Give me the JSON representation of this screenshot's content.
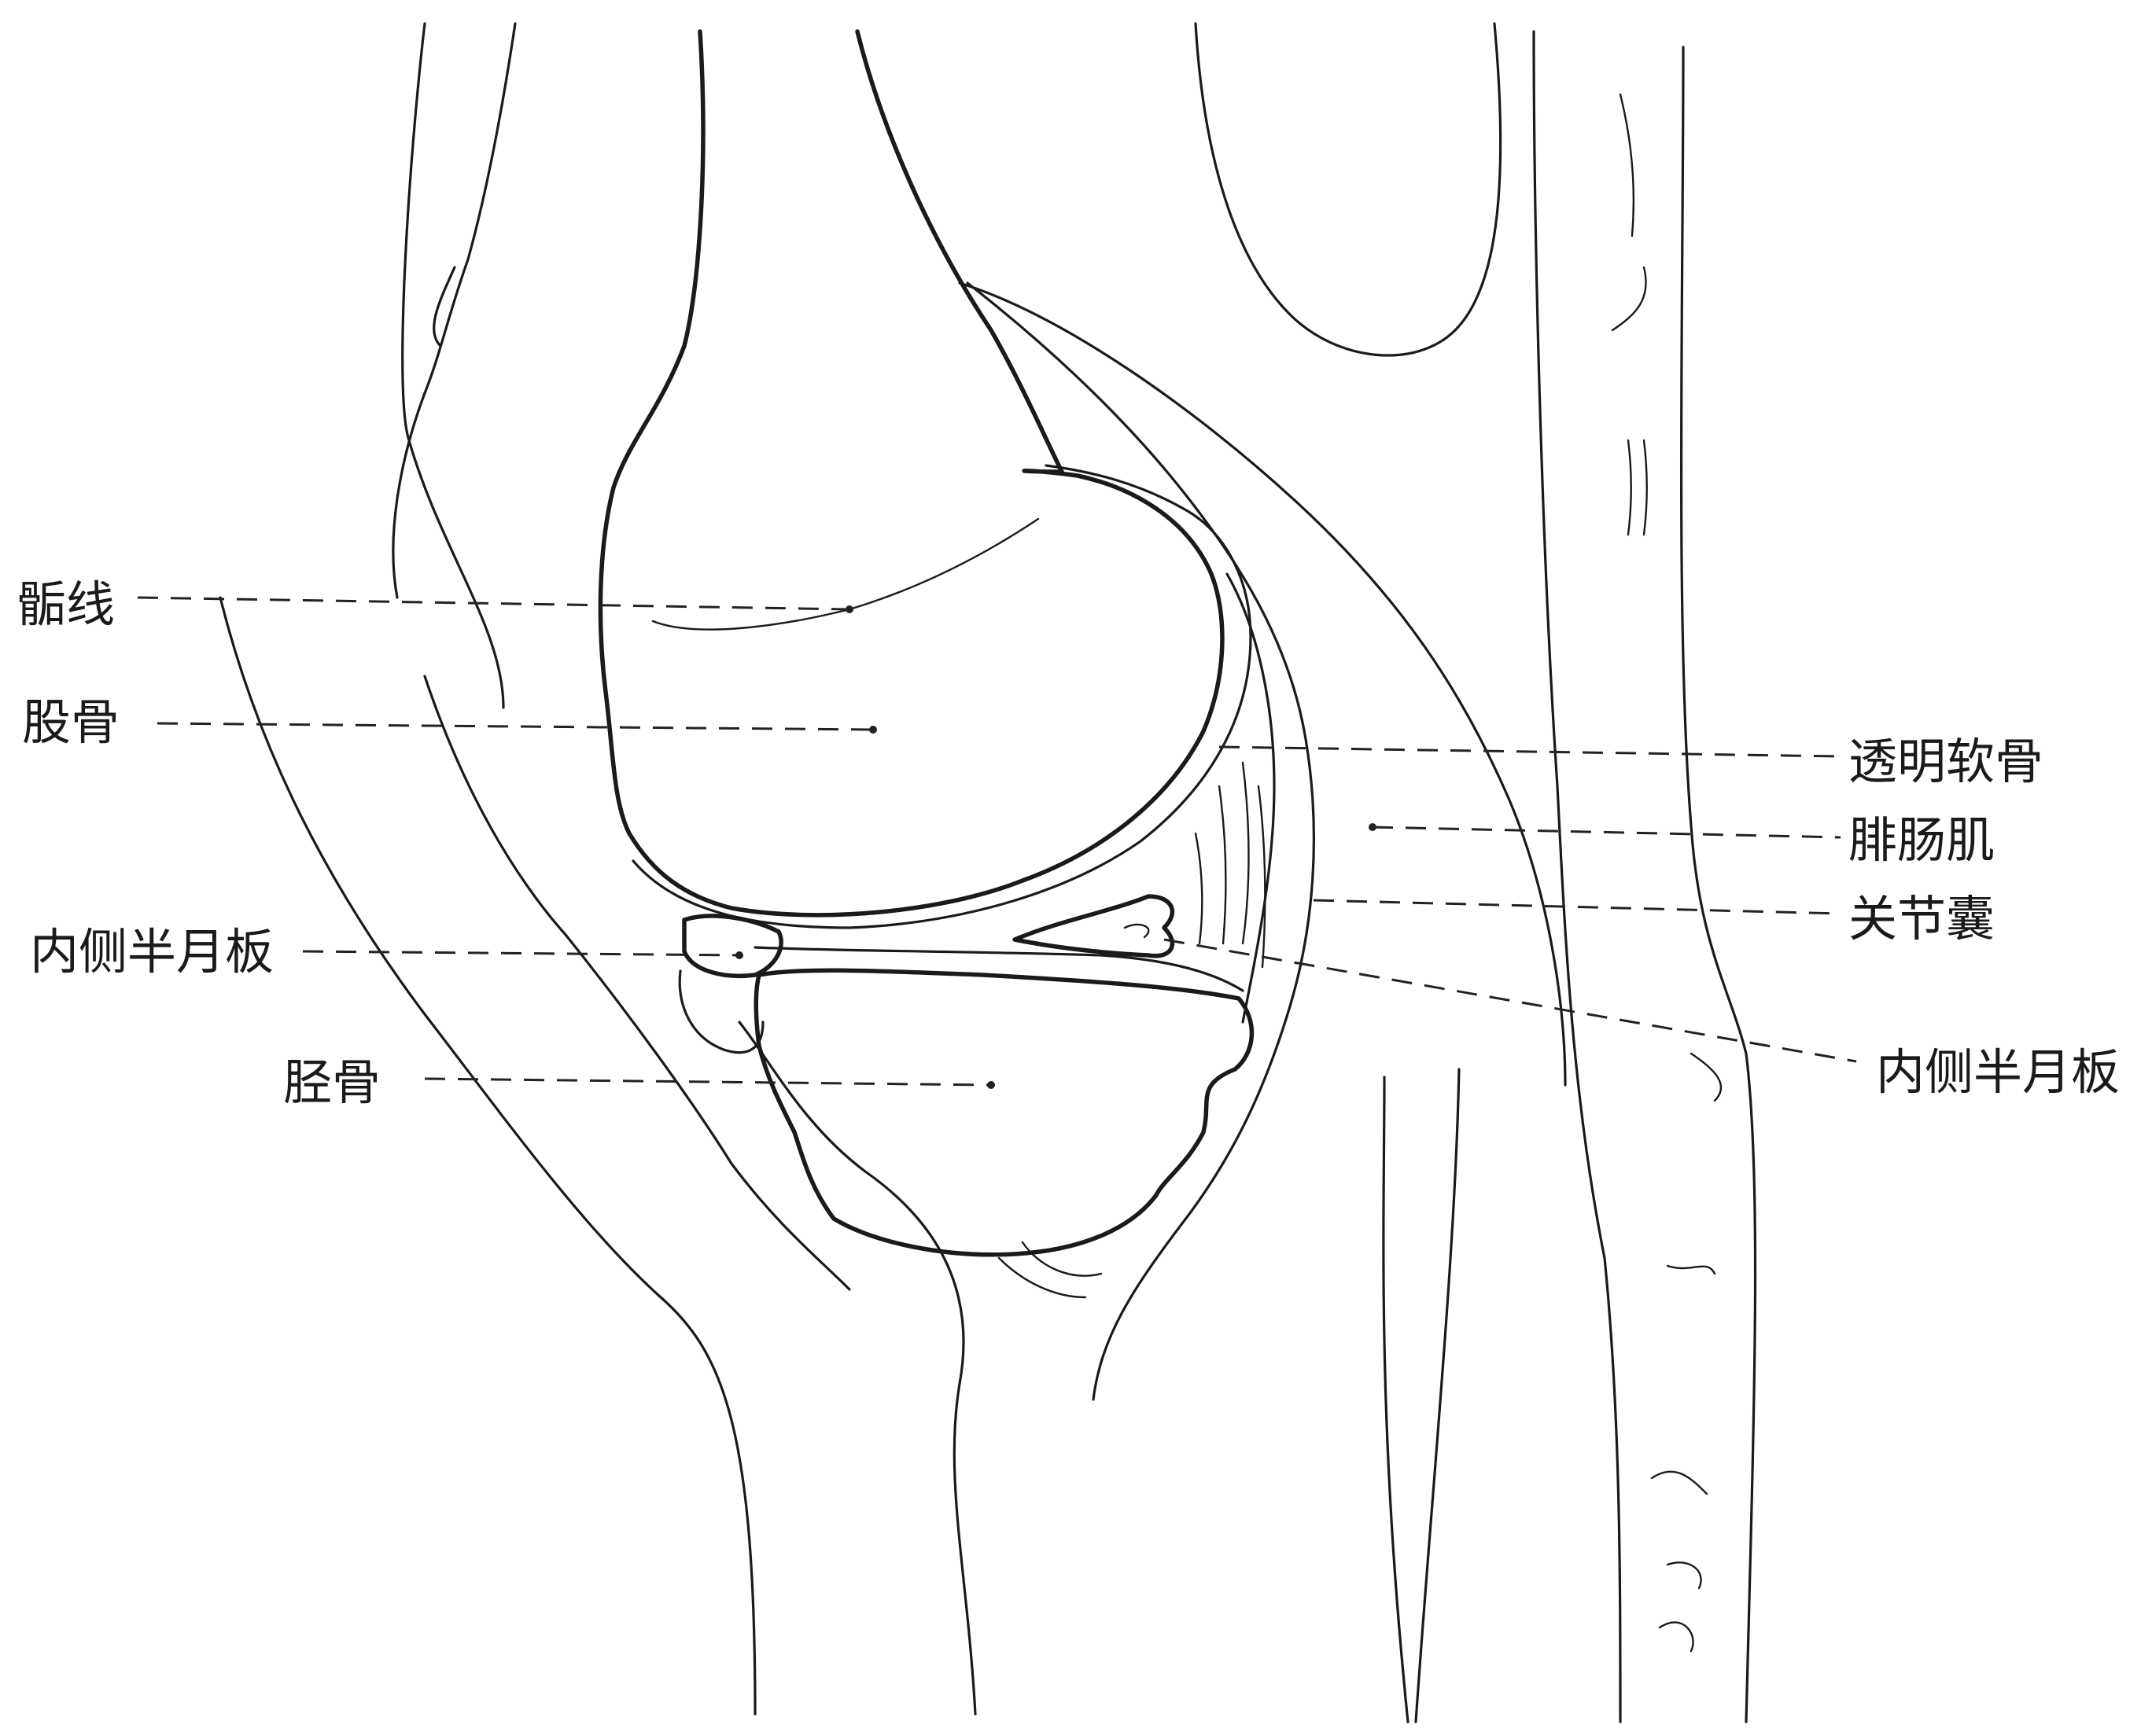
{
  "labels": {
    "epiphyseal_line": "骺线",
    "femur": "股骨",
    "medial_meniscus_left": "内侧半月板",
    "tibia": "胫骨",
    "hyaline_cartilage": "透明软骨",
    "gastrocnemius": "腓肠肌",
    "joint_capsule": "关节囊",
    "medial_meniscus_right": "内侧半月板"
  },
  "colors": {
    "line": "#1a1a1a",
    "background": "#ffffff"
  }
}
